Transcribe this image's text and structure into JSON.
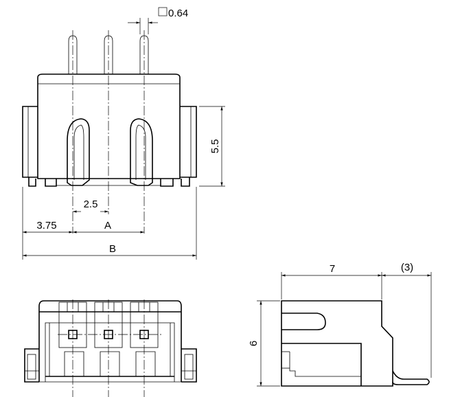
{
  "dimensions": {
    "pin_square": "0.64",
    "height_front": "5.5",
    "pitch": "2.5",
    "offset": "3.75",
    "span_a": "A",
    "span_b": "B",
    "depth_side": "7",
    "pin_extension": "(3)",
    "height_side": "6"
  }
}
